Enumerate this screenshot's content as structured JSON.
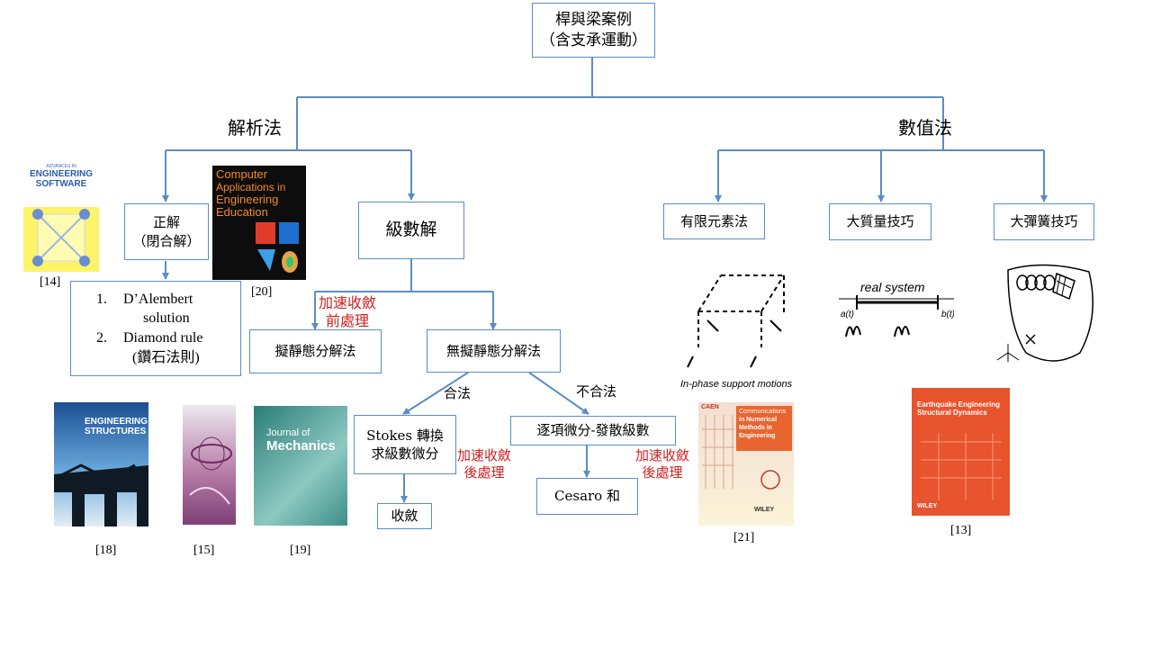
{
  "root": {
    "line1": "桿與梁案例",
    "line2": "（含支承運動）"
  },
  "branches": {
    "analytic": "解析法",
    "numeric": "數值法"
  },
  "exact": {
    "line1": "正解",
    "line2": "（閉合解）"
  },
  "exact_list": {
    "item1_num": "1.",
    "item1_line1": "D’Alembert",
    "item1_line2": "solution",
    "item2_num": "2.",
    "item2_line1": "Diamond rule",
    "item2_line2": "(鑽石法則)"
  },
  "series": "級數解",
  "quasi": "擬靜態分解法",
  "noquasi": "無擬靜態分解法",
  "pre": {
    "line1": "加速收斂",
    "line2": "前處理"
  },
  "legal": "合法",
  "illegal": "不合法",
  "stokes": {
    "line1": "Stokes 轉換",
    "line2": "求級數微分"
  },
  "post1": {
    "line1": "加速收斂",
    "line2": "後處理"
  },
  "converge": "收斂",
  "termwise": "逐項微分-發散級數",
  "post2": {
    "line1": "加速收斂",
    "line2": "後處理"
  },
  "cesaro": "Cesaro 和",
  "fem": "有限元素法",
  "bigmass": "大質量技巧",
  "bigspring": "大彈簧技巧",
  "refs": {
    "r14": "[14]",
    "r20": "[20]",
    "r18": "[18]",
    "r15": "[15]",
    "r19": "[19]",
    "r21": "[21]",
    "r13": "[13]"
  },
  "covers": {
    "aes": {
      "line1": "ADVANCES IN",
      "line2": "ENGINEERING",
      "line3": "SOFTWARE"
    },
    "caee": {
      "line1": "Computer",
      "line2": "Applications in",
      "line3": "Engineering",
      "line4": "Education"
    },
    "es": {
      "line1": "ENGINEERING",
      "line2": "STRUCTURES"
    },
    "jm": {
      "line1": "Journal of",
      "line2": "Mechanics"
    },
    "cnme": {
      "line1": "Communications",
      "line2": "in Numerical",
      "line3": "Methods in",
      "line4": "Engineering",
      "brand": "CAEN",
      "publisher": "WILEY"
    },
    "eesd": {
      "line1": "Earthquake Engineering",
      "line2": "Structural Dynamics",
      "publisher": "WILEY"
    }
  },
  "sketches": {
    "inphase": "In-phase support motions",
    "real_system": "real system",
    "a_label": "a(t)",
    "b_label": "b(t)"
  },
  "colors": {
    "line": "#5b8cc4",
    "border": "#5b8cc4",
    "red_text": "#d42020"
  }
}
